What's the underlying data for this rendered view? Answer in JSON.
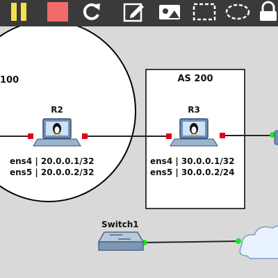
{
  "toolbar": {
    "buttons": [
      {
        "name": "pause-icon",
        "color": "#f4e04d"
      },
      {
        "name": "stop-icon",
        "color": "#f26a6a"
      },
      {
        "name": "reload-icon",
        "color": "#ffffff"
      },
      {
        "name": "edit-note-icon",
        "color": "#ffffff"
      },
      {
        "name": "insert-picture-icon",
        "color": "#ffffff"
      },
      {
        "name": "draw-rectangle-icon",
        "color": "#ffffff"
      },
      {
        "name": "draw-ellipse-icon",
        "color": "#ffffff"
      },
      {
        "name": "lock-icon",
        "color": "#ffffff"
      }
    ]
  },
  "topology": {
    "ellipse_label": "100",
    "as_box_label": "AS 200",
    "r2": {
      "name": "R2",
      "ens4": "ens4 | 20.0.0.1/32",
      "ens5": "ens5 | 20.0.0.2/32"
    },
    "r3": {
      "name": "R3",
      "ens4": "ens4 | 30.0.0.1/32",
      "ens5": "ens5 | 30.0.0.2/24"
    },
    "switch": {
      "name": "Switch1"
    },
    "colors": {
      "link": "#222222",
      "port_down": "#e3001b",
      "port_up": "#19e619",
      "box_bg": "#ffffff"
    }
  }
}
